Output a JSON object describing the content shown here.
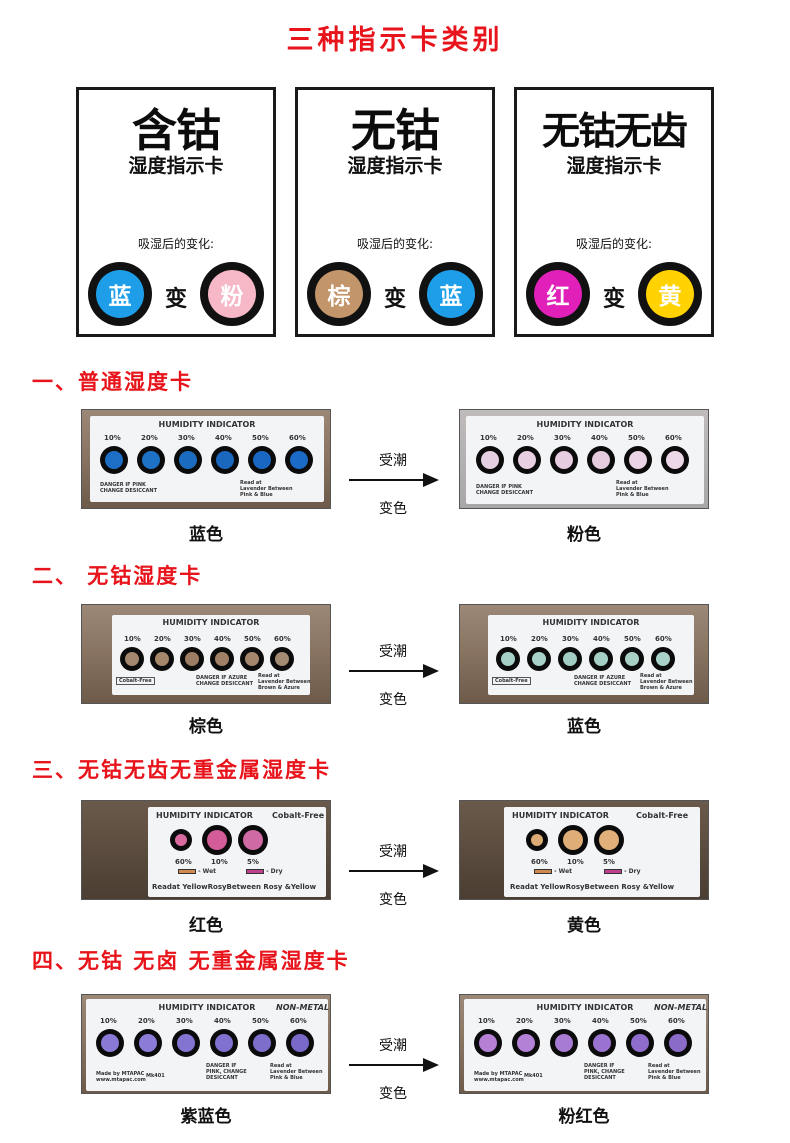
{
  "title": "三种指示卡类别",
  "types": [
    {
      "big": "含钴",
      "sub": "湿度指示卡",
      "change": "吸湿后的变化:",
      "from": "蓝",
      "to": "粉",
      "from_color": "#1e9ee8",
      "to_color": "#f6b8c6",
      "arrow": "变"
    },
    {
      "big": "无钴",
      "sub": "湿度指示卡",
      "change": "吸湿后的变化:",
      "from": "棕",
      "to": "蓝",
      "from_color": "#c2956a",
      "to_color": "#1e9ee8",
      "arrow": "变"
    },
    {
      "big": "无钴无齿",
      "sub": "湿度指示卡",
      "change": "吸湿后的变化:",
      "from": "红",
      "to": "黄",
      "from_color": "#e020b8",
      "to_color": "#ffd200",
      "arrow": "变"
    }
  ],
  "sections": [
    {
      "title": "一、普通湿度卡",
      "before_label": "蓝色",
      "after_label": "粉色",
      "arrow_top": "受潮",
      "arrow_bottom": "变色",
      "card_title": "HUMIDITY INDICATOR",
      "pcts": [
        "10%",
        "20%",
        "30%",
        "40%",
        "50%",
        "60%"
      ],
      "note1": "DANGER IF PINK\nCHANGE DESICCANT",
      "note2": "Read at\nLavender Between\nPink & Blue",
      "before_colors": [
        "#1c6fc5",
        "#1d72c6",
        "#1b6cc0",
        "#1a68be",
        "#1967c0",
        "#1a6ac6"
      ],
      "after_colors": [
        "#e6cfe0",
        "#e8d0e2",
        "#e7cde0",
        "#e6cbdf",
        "#ead4e5",
        "#ecd8e7"
      ]
    },
    {
      "title": "二、 无钴湿度卡",
      "before_label": "棕色",
      "after_label": "蓝色",
      "arrow_top": "受潮",
      "arrow_bottom": "变色",
      "card_title": "HUMIDITY INDICATOR",
      "pcts": [
        "10%",
        "20%",
        "30%",
        "40%",
        "50%",
        "60%"
      ],
      "note1": "DANGER IF AZURE\nCHANGE DESICCANT",
      "note2": "Read at\nLavender Between\nBrown & Azure",
      "tag": "Cobalt-Free",
      "before_colors": [
        "#a3876e",
        "#a5876c",
        "#9c7c62",
        "#a08066",
        "#a3866c",
        "#a38a72"
      ],
      "after_colors": [
        "#a6d0c6",
        "#a8d2c9",
        "#a3cdc3",
        "#a5cfc5",
        "#a8d0c7",
        "#a9d2c9"
      ]
    },
    {
      "title": "三、无钴无齿无重金属湿度卡",
      "before_label": "红色",
      "after_label": "黄色",
      "arrow_top": "受潮",
      "arrow_bottom": "变色",
      "card_title": "HUMIDITY INDICATOR",
      "card_title2": "Cobalt-Free",
      "pcts": [
        "60%",
        "10%",
        "5%"
      ],
      "wet": "Wet",
      "dry": "Dry",
      "footer": "Readat YellowRosyBetween Rosy &Yellow",
      "before_colors": [
        "#d86aa0",
        "#d45c98",
        "#cf6aa5"
      ],
      "after_colors": [
        "#ddab74",
        "#dfae78",
        "#e1b07a"
      ]
    },
    {
      "title": "四、无钴 无卤 无重金属湿度卡",
      "before_label": "紫蓝色",
      "after_label": "粉红色",
      "arrow_top": "受潮",
      "arrow_bottom": "变色",
      "card_title": "HUMIDITY INDICATOR",
      "card_title2": "NON-METAL",
      "pcts": [
        "10%",
        "20%",
        "30%",
        "40%",
        "50%",
        "60%"
      ],
      "note1": "DANGER IF\nPINK, CHANGE\nDESICCANT",
      "note2": "Read at\nLavender Between\nPink & Blue",
      "maker": "Made by MTAPAC\nwww.mtapac.com",
      "model": "Mk401",
      "before_colors": [
        "#8a7ad6",
        "#8c7cd8",
        "#8474d2",
        "#8070cf",
        "#7e6ecc",
        "#7a69c8"
      ],
      "after_colors": [
        "#b57fd4",
        "#b381d6",
        "#a77ad4",
        "#9a72cf",
        "#8f6dcc",
        "#8a6bc8"
      ]
    }
  ]
}
